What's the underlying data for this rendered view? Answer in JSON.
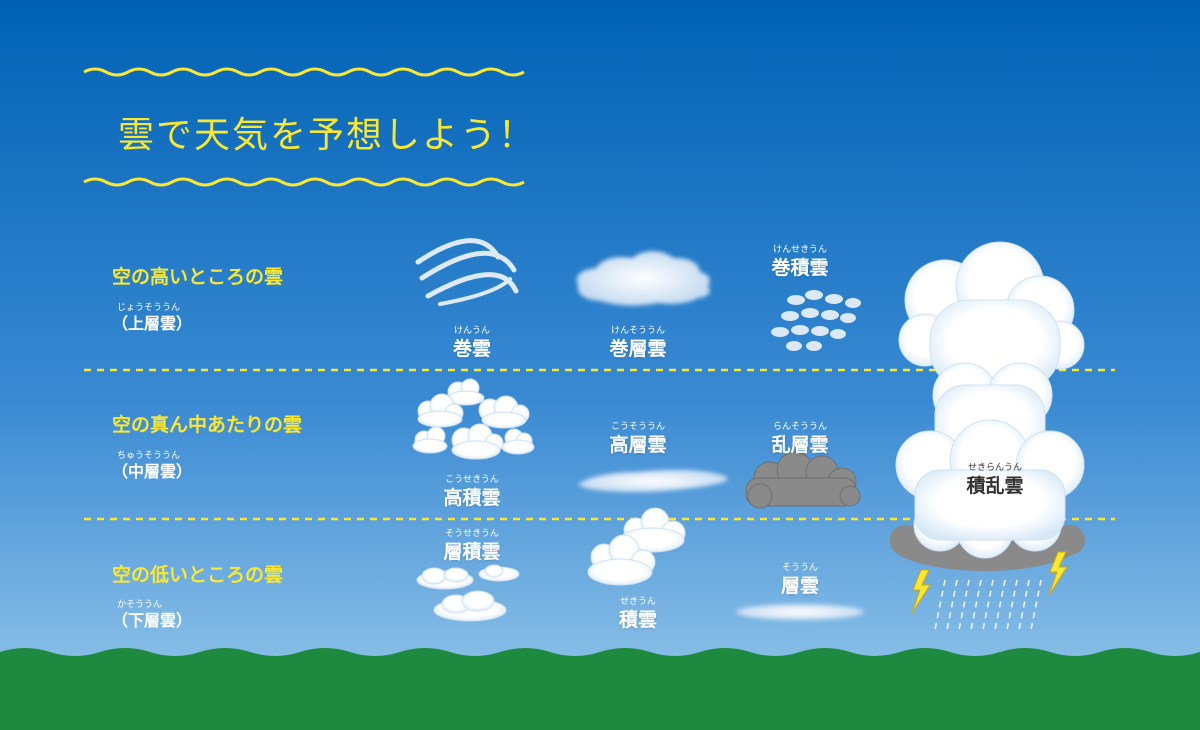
{
  "title": "雲で天気を予想しよう！",
  "bands": [
    {
      "label": "空の高いところの雲",
      "ruby": "じょうそううん",
      "sub": "（上層雲）"
    },
    {
      "label": "空の真ん中あたりの雲",
      "ruby": "ちゅうそううん",
      "sub": "（中層雲）"
    },
    {
      "label": "空の低いところの雲",
      "ruby": "かそううん",
      "sub": "（下層雲）"
    }
  ],
  "clouds": {
    "kenun": {
      "ruby": "けんうん",
      "name": "巻雲"
    },
    "kensouun": {
      "ruby": "けんそううん",
      "name": "巻層雲"
    },
    "kensekiun": {
      "ruby": "けんせきうん",
      "name": "巻積雲"
    },
    "kousekiun": {
      "ruby": "こうせきうん",
      "name": "高積雲"
    },
    "kousouun": {
      "ruby": "こうそううん",
      "name": "高層雲"
    },
    "ransouun": {
      "ruby": "らんそううん",
      "name": "乱層雲"
    },
    "sousekiun": {
      "ruby": "そうせきうん",
      "name": "層積雲"
    },
    "sekiun": {
      "ruby": "せきうん",
      "name": "積雲"
    },
    "souun": {
      "ruby": "そううん",
      "name": "層雲"
    },
    "sekiranun": {
      "ruby": "せきらんうん",
      "name": "積乱雲"
    }
  },
  "colors": {
    "sky_top": "#0062b4",
    "sky_bottom": "#8fc4ea",
    "accent_yellow": "#f8e734",
    "ground": "#1d8a3f",
    "rain_cloud": "#8a8a8a"
  }
}
